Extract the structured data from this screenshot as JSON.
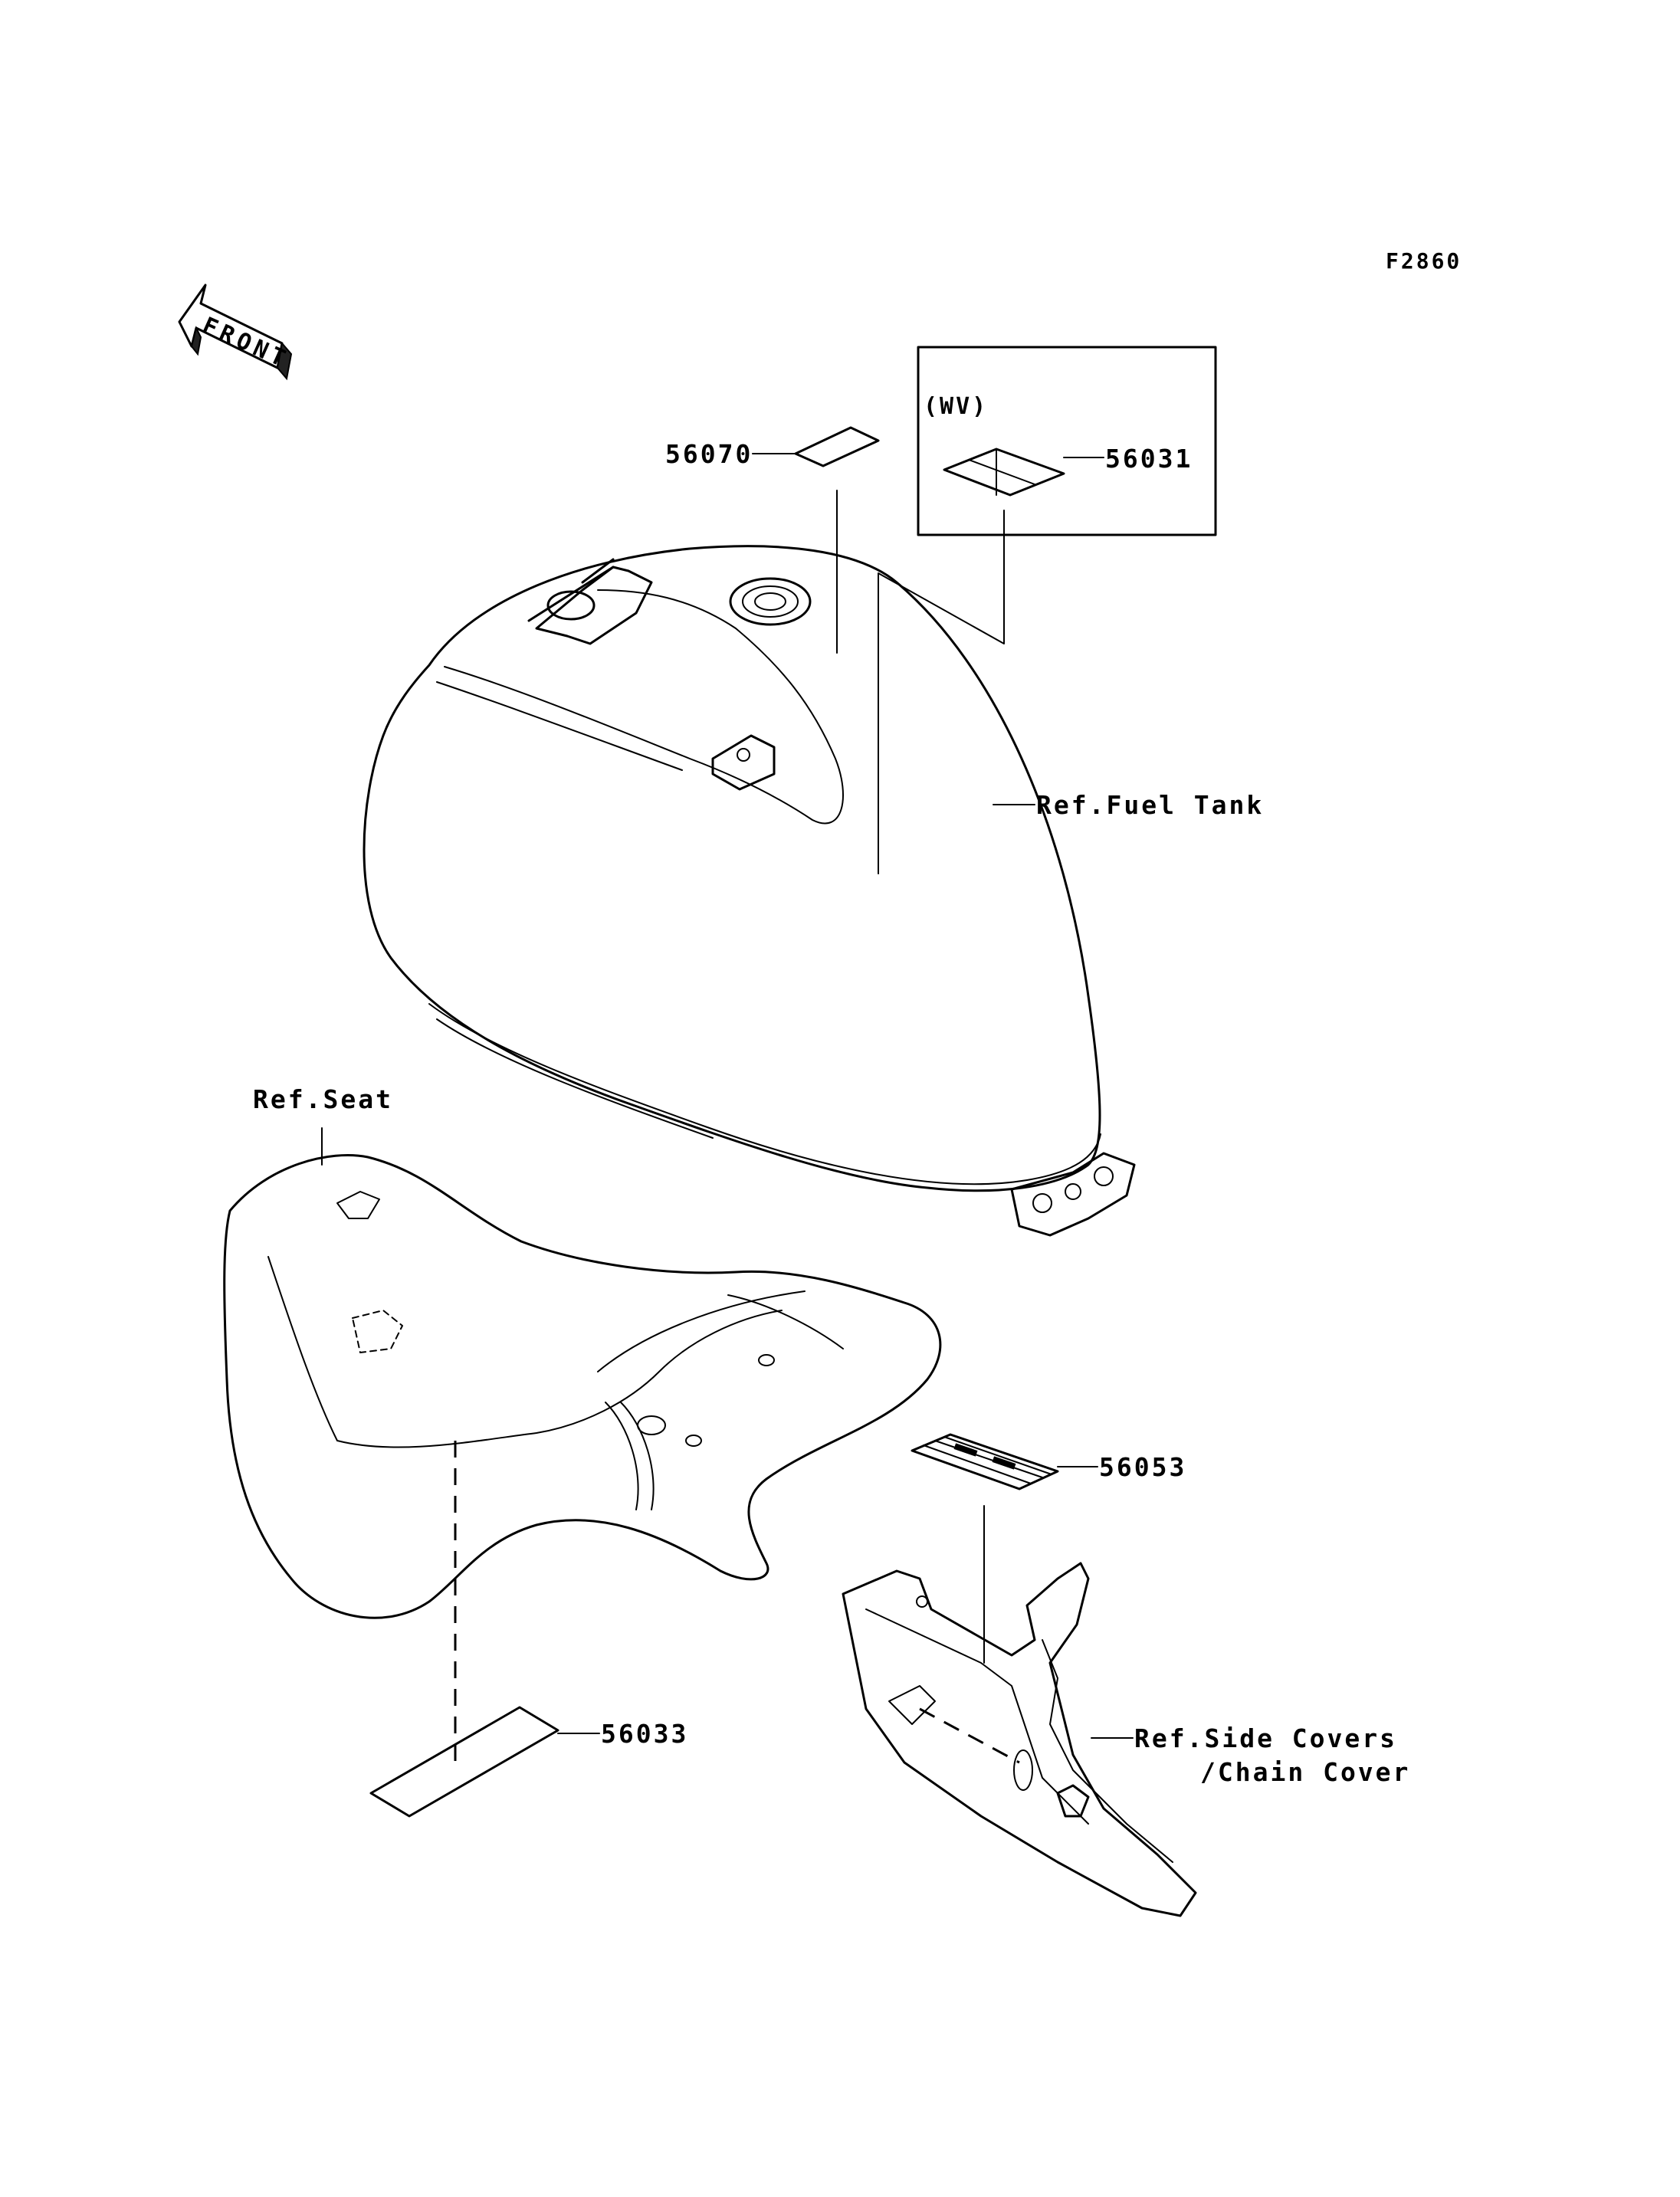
{
  "figure_code": "F2860",
  "front_arrow_text": "FRONT",
  "variant_box_label": "(WV)",
  "part_labels": [
    {
      "id": "p56070",
      "text": "56070"
    },
    {
      "id": "p56031",
      "text": "56031"
    },
    {
      "id": "p56053",
      "text": "56053"
    },
    {
      "id": "p56033",
      "text": "56033"
    }
  ],
  "ref_labels": {
    "fuel_tank": "Ref.Fuel Tank",
    "seat": "Ref.Seat",
    "side_covers_line1": "Ref.Side Covers",
    "side_covers_line2": "/Chain Cover"
  }
}
